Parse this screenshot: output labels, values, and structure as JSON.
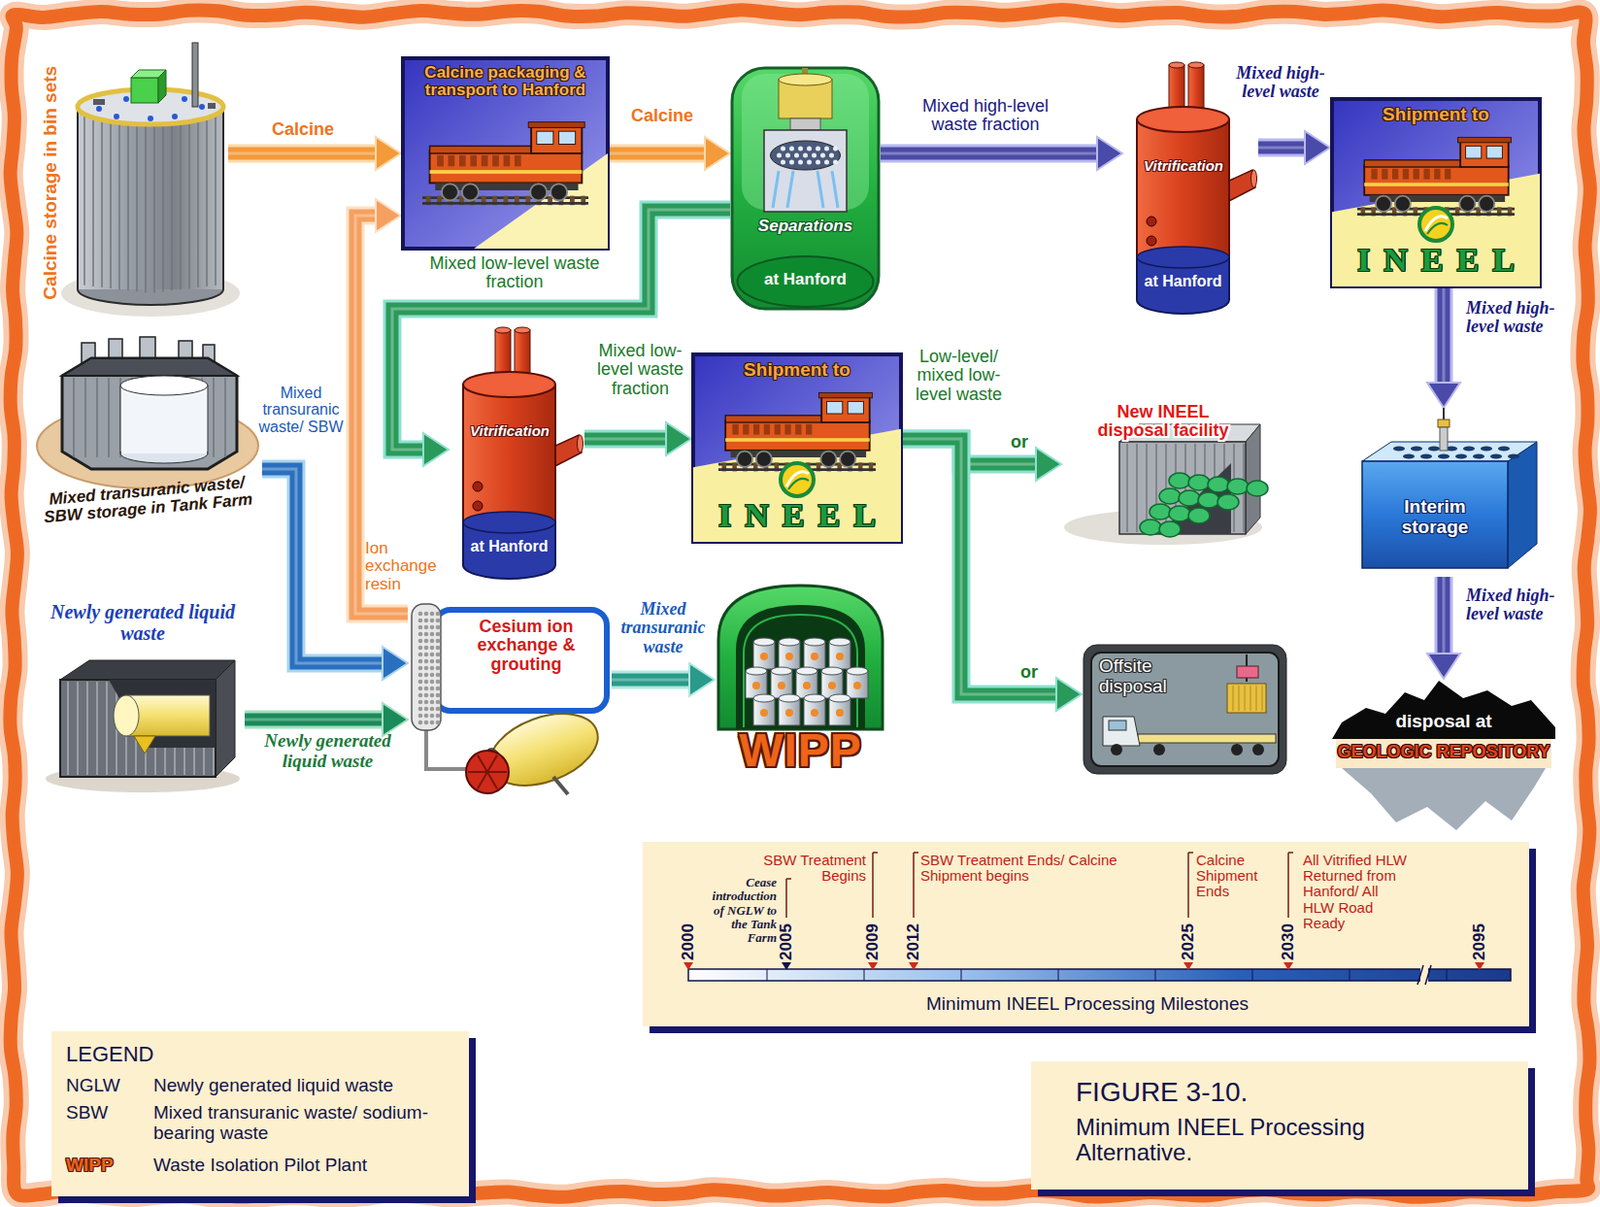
{
  "diagram": {
    "title": "FIGURE 3-10.",
    "caption": "Minimum INEEL Processing Alternative.",
    "nodes": [
      {
        "text": [
          "Calcine storage in bin sets"
        ]
      },
      {
        "text": [
          "Calcine packaging & transport to Hanford"
        ]
      },
      {
        "text": [
          "Separations",
          "at Hanford"
        ]
      },
      {
        "text": [
          "Vitrification",
          "at Hanford"
        ]
      },
      {
        "text": [
          "Shipment to",
          "INEEL"
        ]
      },
      {
        "text": [
          "Mixed transuranic waste/ SBW storage in Tank Farm"
        ]
      },
      {
        "text": [
          "Vitrification",
          "at Hanford"
        ]
      },
      {
        "text": [
          "Shipment to",
          "INEEL"
        ]
      },
      {
        "text": [
          "New INEEL disposal facility"
        ]
      },
      {
        "text": [
          "Interim storage"
        ]
      },
      {
        "text": [
          "Newly generated liquid waste"
        ]
      },
      {
        "text": [
          "Cesium ion exchange & grouting"
        ]
      },
      {
        "text": [
          "WIPP"
        ]
      },
      {
        "text": [
          "Offsite disposal"
        ]
      },
      {
        "text": [
          "disposal at",
          "GEOLOGIC REPOSITORY"
        ]
      }
    ],
    "edges": [
      {
        "from": 0,
        "to": 1,
        "label": "Calcine",
        "arrow": "to"
      },
      {
        "from": 1,
        "to": 2,
        "label": "Calcine",
        "arrow": "to"
      },
      {
        "from": 2,
        "to": 3,
        "label": "Mixed high-level waste fraction",
        "arrow": "to"
      },
      {
        "from": 3,
        "to": 4,
        "label": "Mixed high-level waste",
        "arrow": "to"
      },
      {
        "from": 4,
        "to": 9,
        "label": "Mixed high-level waste",
        "arrow": "to"
      },
      {
        "from": 9,
        "to": 14,
        "label": "Mixed high-level waste",
        "arrow": "to"
      },
      {
        "from": 2,
        "to": 6,
        "label": "Mixed low-level waste fraction",
        "arrow": "to"
      },
      {
        "from": 6,
        "to": 7,
        "label": "Mixed low-level waste fraction",
        "arrow": "to"
      },
      {
        "from": 7,
        "to": 8,
        "label": "or",
        "arrow": "to"
      },
      {
        "from": 7,
        "to": 13,
        "label": "or",
        "arrow": "to"
      },
      {
        "from": 5,
        "to": 11,
        "label": "Mixed transuranic waste/ SBW",
        "arrow": "to"
      },
      {
        "from": 10,
        "to": 11,
        "label": "Newly generated liquid waste",
        "arrow": "to"
      },
      {
        "from": 11,
        "to": 1,
        "label": "Ion exchange resin",
        "arrow": "to"
      },
      {
        "from": 11,
        "to": 12,
        "label": "Mixed transuranic waste",
        "arrow": "to"
      }
    ],
    "labels": [
      "Low-level/ mixed low-level waste",
      "Cease introduction of NGLW to the Tank Farm",
      "SBW Treatment Begins",
      "SBW Treatment Ends/ Calcine Shipment begins",
      "Calcine Shipment Ends",
      "All Vitrified HLW Returned from Hanford/ All HLW Road Ready",
      "2000",
      "2005",
      "2009",
      "2012",
      "2025",
      "2030",
      "2095",
      "Minimum INEEL Processing Milestones",
      "LEGEND",
      "NGLW",
      "SBW",
      "WIPP"
    ],
    "legend": [
      {
        "text": "Newly generated liquid waste"
      },
      {
        "text": "Mixed transuranic waste/ sodium-bearing waste"
      },
      {
        "text": "Waste Isolation Pilot Plant"
      }
    ]
  }
}
